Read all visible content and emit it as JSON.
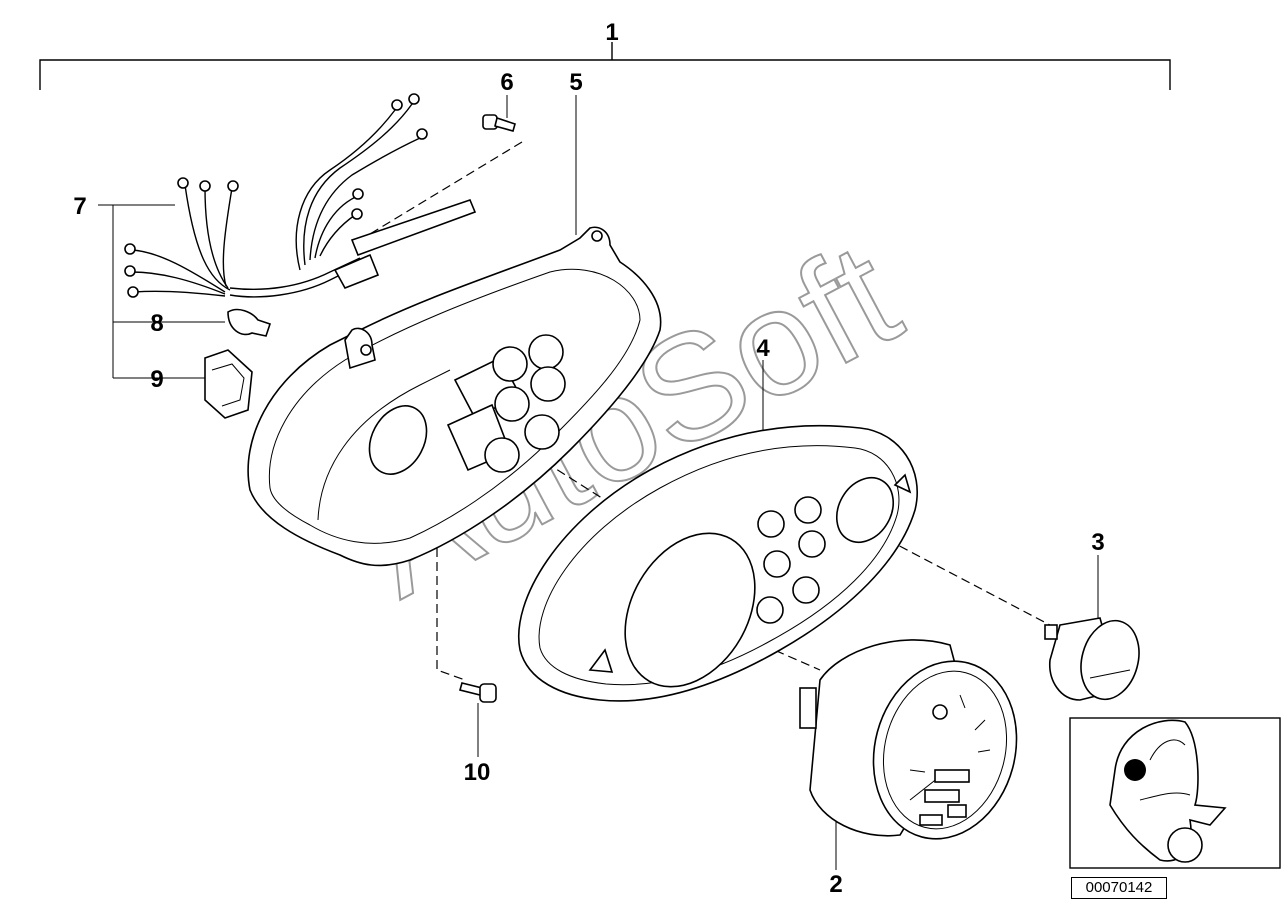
{
  "diagram": {
    "callouts": [
      "1",
      "2",
      "3",
      "4",
      "5",
      "6",
      "7",
      "8",
      "9",
      "10"
    ],
    "watermark": "AutoSoft",
    "reference_number": "00070142"
  }
}
